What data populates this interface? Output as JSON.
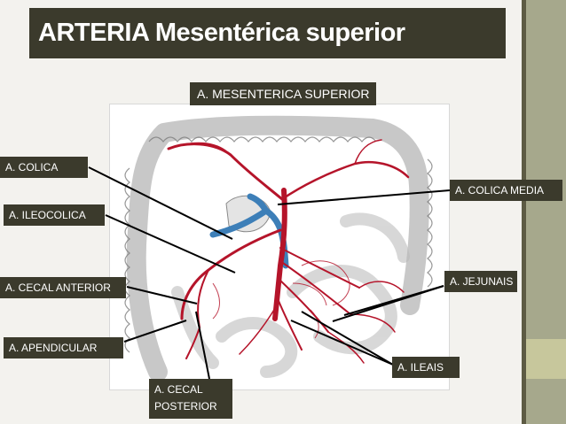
{
  "title": "ARTERIA Mesentérica superior",
  "labels": {
    "main": "A. MESENTERICA SUPERIOR",
    "colica": "A. COLICA",
    "ileocolica": "A. ILEOCOLICA",
    "cecal_anterior": "A. CECAL ANTERIOR",
    "apendicular": "A. APENDICULAR",
    "cecal_posterior_1": "A. CECAL",
    "cecal_posterior_2": "POSTERIOR",
    "colica_media": "A. COLICA  MEDIA",
    "jejunais": "A. JEJUNAIS",
    "ileais": "A. ILEAIS"
  },
  "colors": {
    "label_bg": "#3b3a2c",
    "artery": "#b5142a",
    "vein": "#3d7fb8",
    "intestine": "#d9d9d9"
  }
}
